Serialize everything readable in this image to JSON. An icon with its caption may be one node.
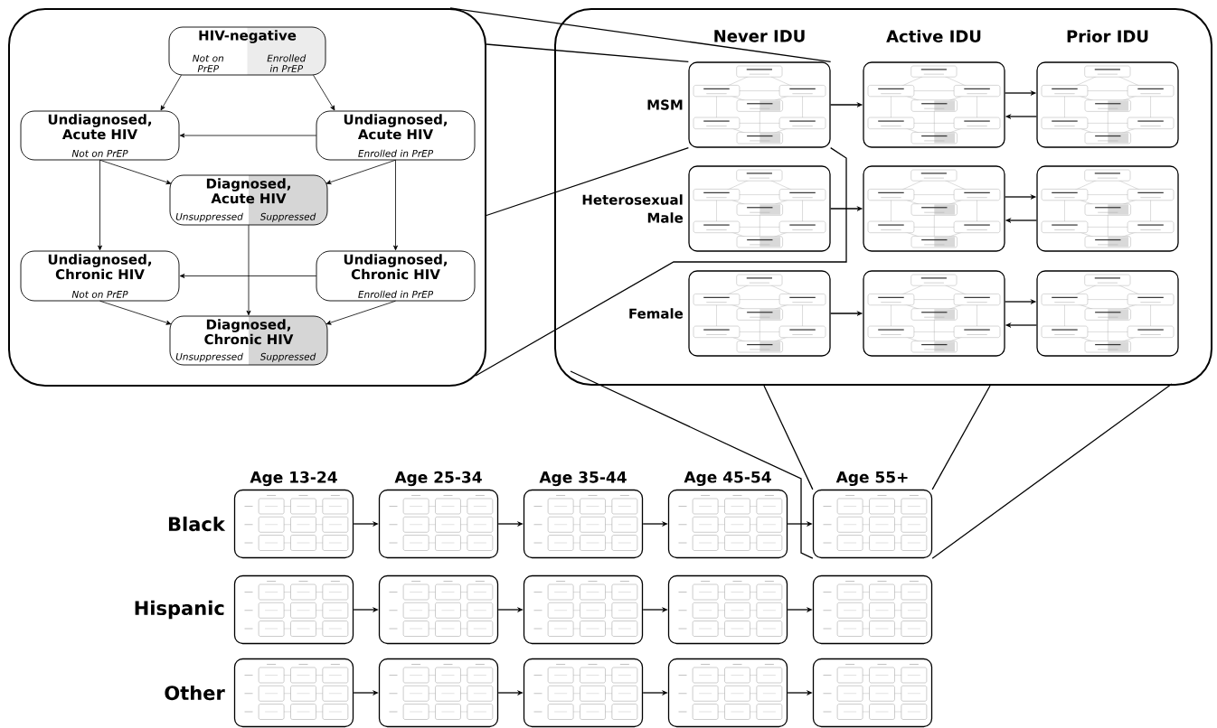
{
  "diagram": {
    "nodes": [
      {
        "text": [],
        "shape": "box"
      },
      {
        "text": [
          "HIV-negative",
          "Not on PrEP",
          "Enrolled in PrEP"
        ],
        "in": 0
      },
      {
        "text": [
          "Undiagnosed, Acute HIV",
          "Not on PrEP"
        ],
        "in": 0
      },
      {
        "text": [
          "Undiagnosed, Acute HIV",
          "Enrolled in PrEP"
        ],
        "in": 0
      },
      {
        "text": [
          "Diagnosed, Acute HIV",
          "Unsuppressed",
          "Suppressed"
        ],
        "in": 0
      },
      {
        "text": [
          "Undiagnosed, Chronic HIV",
          "Not on PrEP"
        ],
        "in": 0
      },
      {
        "text": [
          "Undiagnosed, Chronic HIV",
          "Enrolled in PrEP"
        ],
        "in": 0
      },
      {
        "text": [
          "Diagnosed, Chronic HIV",
          "Unsuppressed",
          "Suppressed"
        ],
        "in": 0
      },
      {
        "text": [
          "Never IDU",
          "Active IDU",
          "Prior IDU",
          "MSM",
          "Heterosexual Male",
          "Female"
        ]
      },
      {
        "text": [],
        "shape": "picture",
        "in": 8
      },
      {
        "text": [],
        "shape": "picture",
        "in": 8
      },
      {
        "text": [],
        "shape": "picture",
        "in": 8
      },
      {
        "text": [],
        "shape": "picture",
        "in": 8
      },
      {
        "text": [],
        "shape": "picture",
        "in": 8
      },
      {
        "text": [],
        "shape": "picture",
        "in": 8
      },
      {
        "text": [],
        "shape": "picture",
        "in": 8
      },
      {
        "text": [],
        "shape": "picture",
        "in": 8
      },
      {
        "text": [],
        "shape": "picture",
        "in": 8
      },
      {
        "text": [],
        "shape": "picture"
      },
      {
        "text": [],
        "shape": "picture"
      },
      {
        "text": [],
        "shape": "picture"
      },
      {
        "text": [],
        "shape": "picture"
      },
      {
        "text": [],
        "shape": "picture"
      },
      {
        "text": [],
        "shape": "picture"
      },
      {
        "text": [],
        "shape": "picture"
      },
      {
        "text": [],
        "shape": "picture"
      },
      {
        "text": [],
        "shape": "picture"
      },
      {
        "text": [],
        "shape": "picture"
      },
      {
        "text": [],
        "shape": "picture"
      },
      {
        "text": [],
        "shape": "picture"
      },
      {
        "text": [],
        "shape": "picture"
      },
      {
        "text": [],
        "shape": "picture"
      },
      {
        "text": [],
        "shape": "picture"
      }
    ],
    "edges": [
      {
        "from": 1,
        "to": 2,
        "arrow": "to"
      },
      {
        "from": 1,
        "to": 3,
        "arrow": "to"
      },
      {
        "from": 3,
        "to": 2,
        "arrow": "to"
      },
      {
        "from": 2,
        "to": 4,
        "arrow": "to"
      },
      {
        "from": 3,
        "to": 4,
        "arrow": "to"
      },
      {
        "from": 2,
        "to": 5,
        "arrow": "to"
      },
      {
        "from": 3,
        "to": 6,
        "arrow": "to"
      },
      {
        "from": 4,
        "to": 7,
        "arrow": "to"
      },
      {
        "from": 6,
        "to": 5,
        "arrow": "to"
      },
      {
        "from": 5,
        "to": 7,
        "arrow": "to"
      },
      {
        "from": 6,
        "to": 7,
        "arrow": "to"
      },
      {
        "from": 9,
        "to": 10,
        "arrow": "to"
      },
      {
        "from": 10,
        "to": 11,
        "arrow": "to"
      },
      {
        "from": 11,
        "to": 10,
        "arrow": "to"
      },
      {
        "from": 12,
        "to": 13,
        "arrow": "to"
      },
      {
        "from": 13,
        "to": 14,
        "arrow": "to"
      },
      {
        "from": 14,
        "to": 13,
        "arrow": "to"
      },
      {
        "from": 15,
        "to": 16,
        "arrow": "to"
      },
      {
        "from": 16,
        "to": 17,
        "arrow": "to"
      },
      {
        "from": 17,
        "to": 16,
        "arrow": "to"
      },
      {
        "from": 18,
        "to": 19,
        "arrow": "to"
      },
      {
        "from": 19,
        "to": 20,
        "arrow": "to"
      },
      {
        "from": 20,
        "to": 21,
        "arrow": "to"
      },
      {
        "from": 21,
        "to": 22,
        "arrow": "to"
      },
      {
        "from": 23,
        "to": 24,
        "arrow": "to"
      },
      {
        "from": 24,
        "to": 25,
        "arrow": "to"
      },
      {
        "from": 25,
        "to": 26,
        "arrow": "to"
      },
      {
        "from": 26,
        "to": 27,
        "arrow": "to"
      },
      {
        "from": 28,
        "to": 29,
        "arrow": "to"
      },
      {
        "from": 29,
        "to": 30,
        "arrow": "to"
      },
      {
        "from": 30,
        "to": 31,
        "arrow": "to"
      },
      {
        "from": 31,
        "to": 32,
        "arrow": "to"
      },
      {
        "from": 0,
        "to": 9,
        "arrow": "none"
      },
      {
        "from": 0,
        "to": 9,
        "arrow": "none"
      },
      {
        "from": 0,
        "to": 9,
        "arrow": "none"
      },
      {
        "from": 0,
        "to": 9,
        "arrow": "none"
      },
      {
        "from": 8,
        "to": 22,
        "arrow": "none"
      },
      {
        "from": 8,
        "to": 22,
        "arrow": "none"
      },
      {
        "from": 8,
        "to": 22,
        "arrow": "none"
      },
      {
        "from": 8,
        "to": 22,
        "arrow": "none"
      }
    ],
    "labels": [
      "Age 13-24",
      "Age 25-34",
      "Age 35-44",
      "Age 45-54",
      "Age 55+",
      "Black",
      "Hispanic",
      "Other"
    ]
  }
}
